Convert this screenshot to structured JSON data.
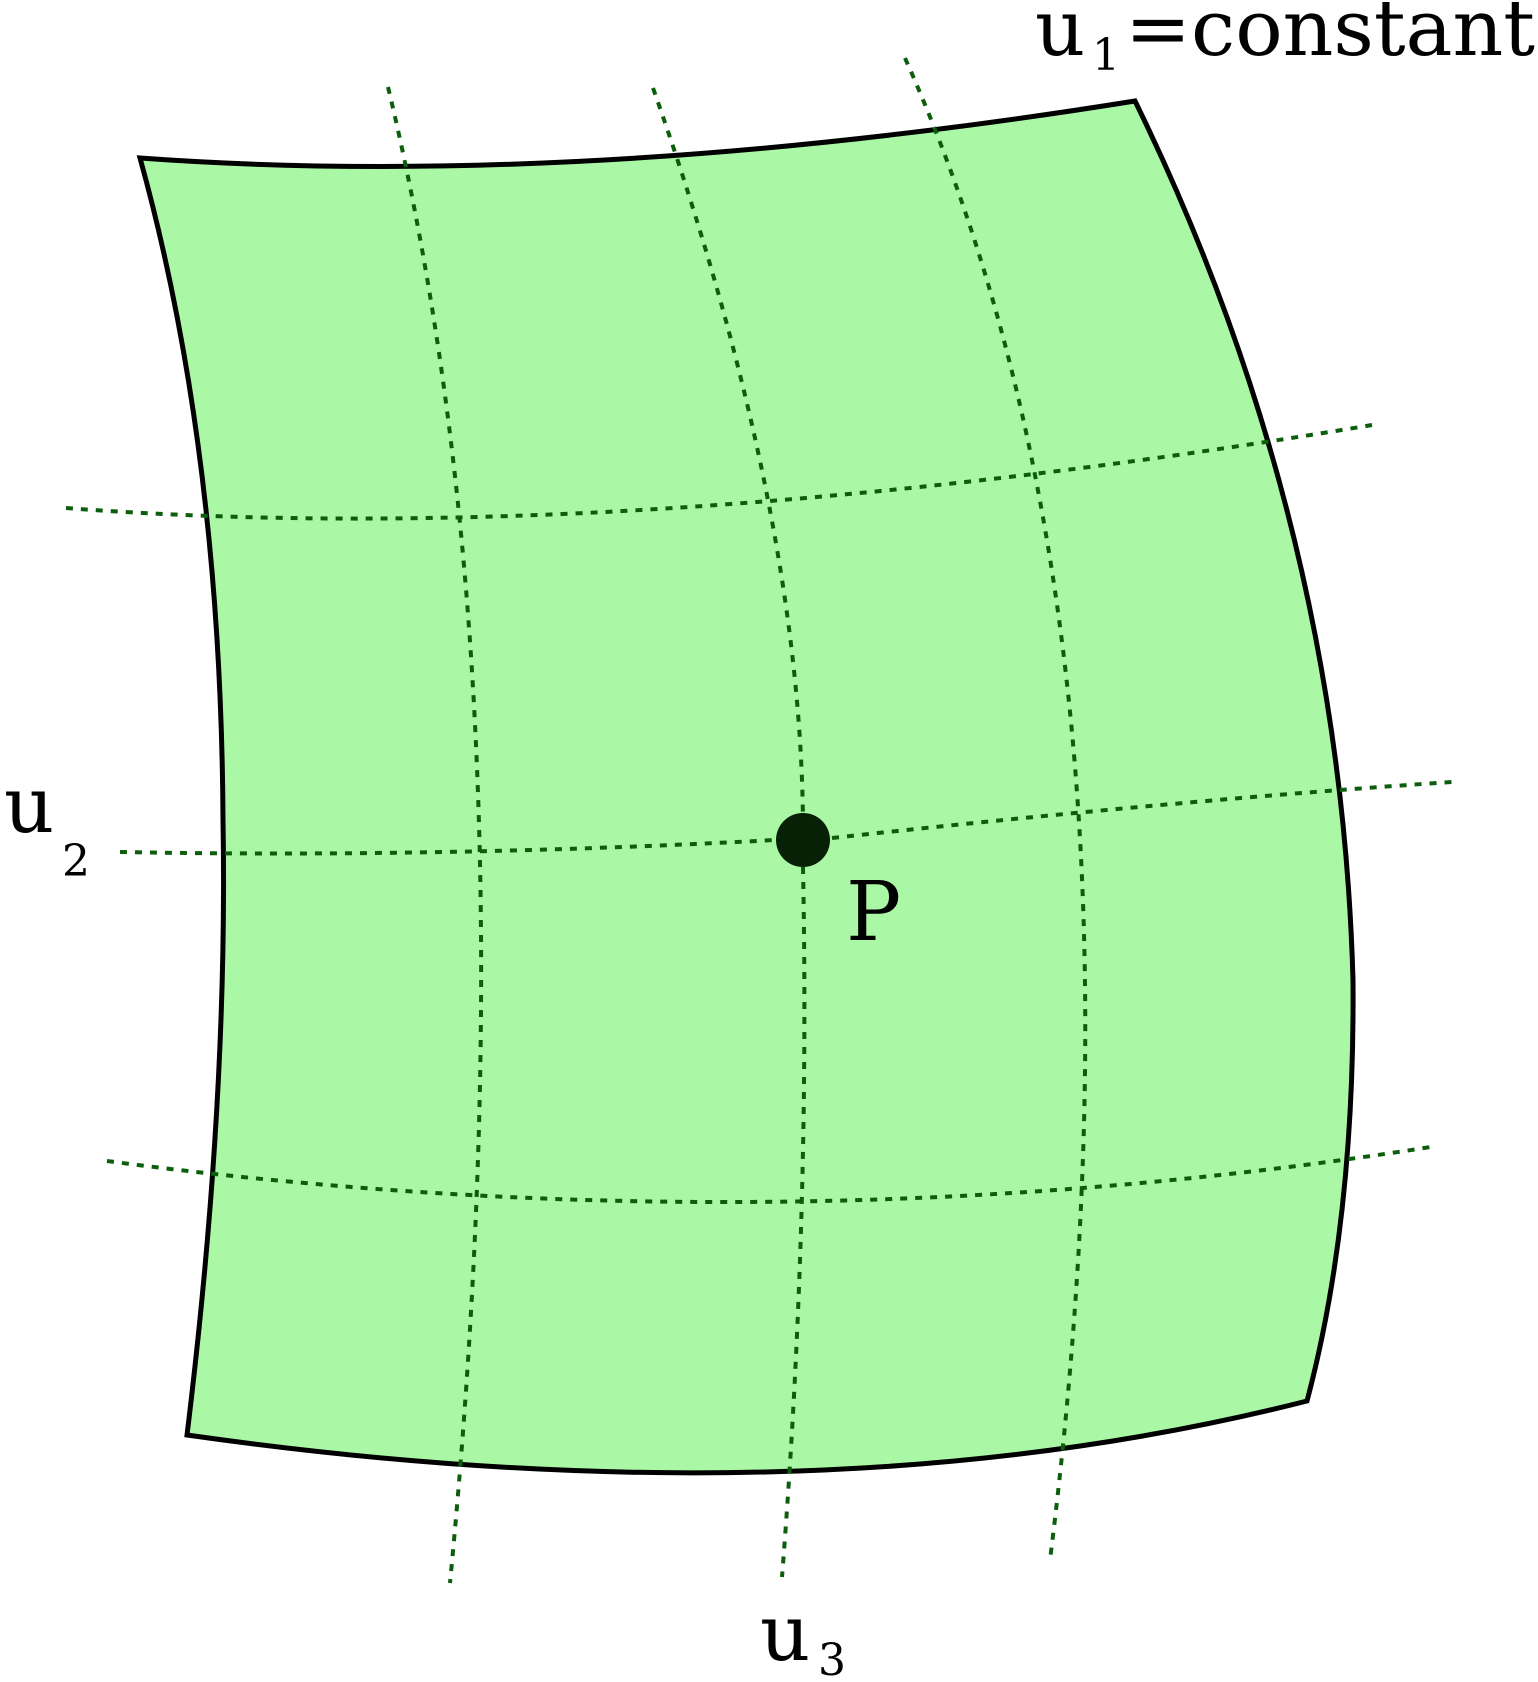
{
  "labels": {
    "u1_main": "u",
    "u1_sub": "1",
    "u1_rest": "=constant",
    "u2_main": "u",
    "u2_sub": "2",
    "u3_main": "u",
    "u3_sub": "3",
    "point": "P"
  },
  "colors": {
    "surface_fill": "#aaf7a5",
    "surface_stroke": "#000000",
    "grid_line": "#0b5e0b",
    "point": "#062106"
  }
}
